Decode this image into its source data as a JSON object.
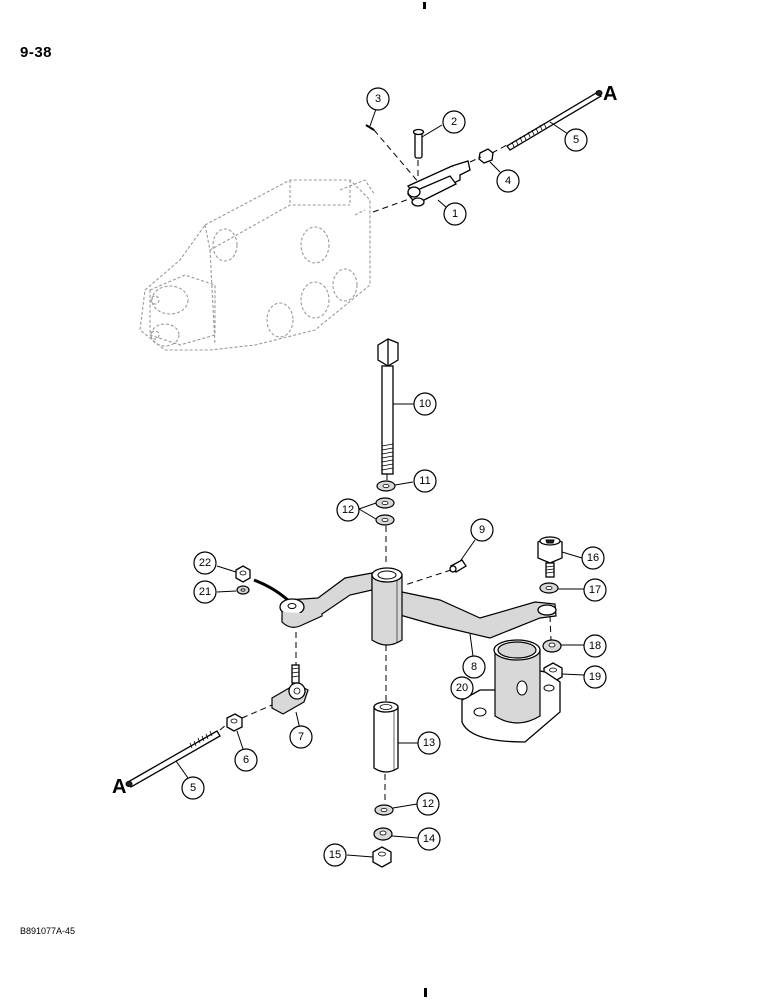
{
  "page": {
    "page_number": "9-38",
    "footer_code": "B891077A-45"
  },
  "diagram": {
    "edge_letters": [
      "A",
      "A"
    ],
    "callouts": [
      "1",
      "2",
      "3",
      "4",
      "5",
      "10",
      "11",
      "12",
      "9",
      "16",
      "22",
      "21",
      "17",
      "8",
      "18",
      "20",
      "19",
      "7",
      "6",
      "13",
      "5",
      "12",
      "14",
      "15"
    ]
  }
}
